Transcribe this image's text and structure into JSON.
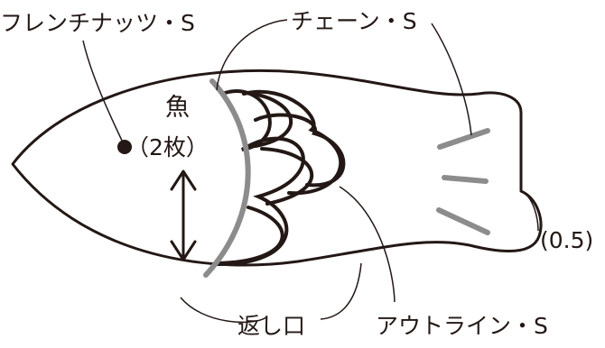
{
  "labels": {
    "french_knot": "フレンチナッツ・S",
    "chain": "チェーン・S",
    "piece_name": "魚",
    "piece_count": "（2枚）",
    "seam_allowance": "(0.5)",
    "return_opening": "返し口",
    "outline": "アウトライン・S"
  },
  "colors": {
    "line": "#231815",
    "chain_stitch": "#8c8c8c"
  }
}
